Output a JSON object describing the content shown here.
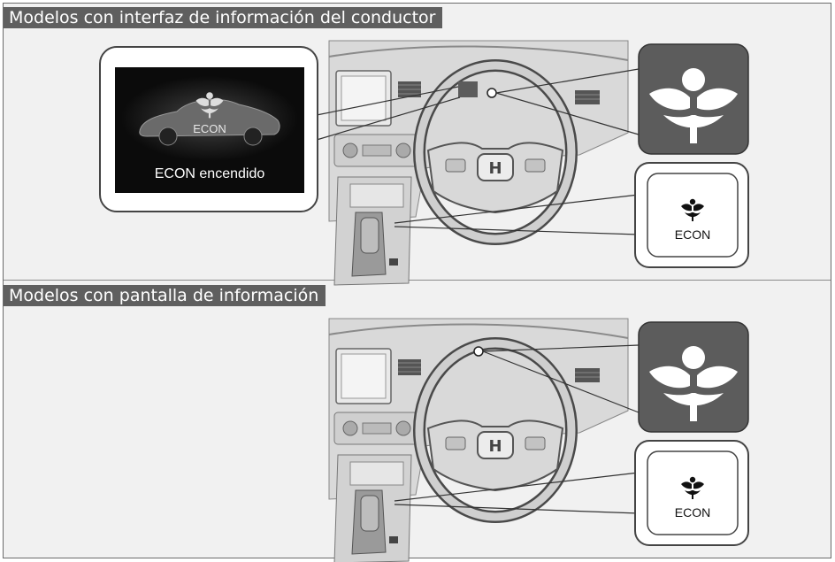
{
  "sections": [
    {
      "label": "Modelos con interfaz de información del conductor"
    },
    {
      "label": "Modelos con pantalla de información"
    }
  ],
  "inset": {
    "badge_text": "ECON",
    "status_text": "ECON encendido"
  },
  "econ_button": {
    "label": "ECON"
  },
  "icons": {
    "indicator": "econ-leaf-indicator-icon",
    "button_symbol": "econ-leaf-icon"
  },
  "colors": {
    "label_bg": "#5f5f5f",
    "indicator_bg": "#5c5c5c",
    "screen_bg": "#0b0b0b"
  }
}
